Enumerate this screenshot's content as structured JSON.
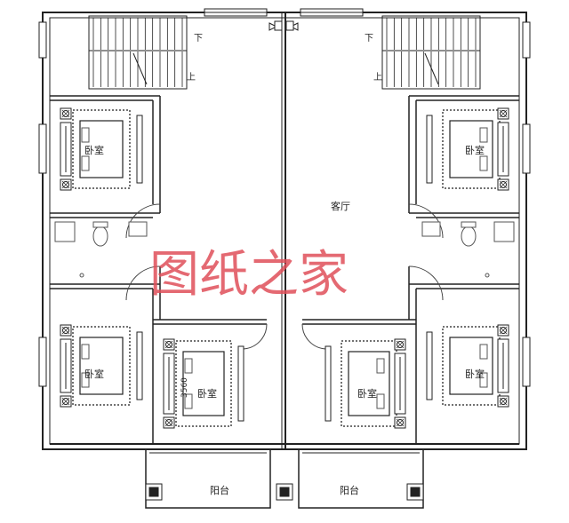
{
  "labels": {
    "bedroom": "卧室",
    "living_room": "客厅",
    "balcony": "阳台",
    "stair_down": "下",
    "stair_up": "上",
    "dimension": "3560"
  },
  "watermark": "图纸之家",
  "colors": {
    "wall": "#222222",
    "fixture": "#555555",
    "watermark": "#e0505a"
  }
}
